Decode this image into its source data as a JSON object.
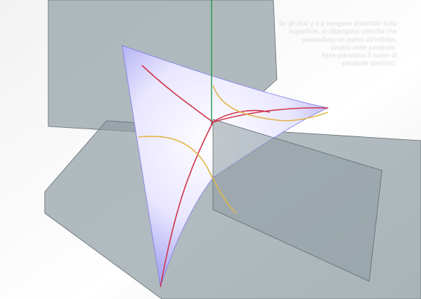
{
  "caption": {
    "lines": [
      "Se gli assi y e z vengono proiettati sulla",
      "superficie, si ottengono coniche che",
      "possiedono un punto all'infinito,",
      "ovvero delle parabole.",
      "Esse prendono il nome di",
      "parabole direttrici."
    ]
  },
  "colors": {
    "background": "#ffffff",
    "plane_fill": "#8c9ba1",
    "plane_edge": "#5f6a70",
    "surface_light": "#ffffff",
    "surface_mid": "#e9e6ff",
    "surface_dark": "#7d7ce6",
    "parabola_red": "#d1344a",
    "section_yellow": "#e2b64a",
    "axis_green": "#1f9a4a",
    "caption_text": "#f4f4f4"
  }
}
